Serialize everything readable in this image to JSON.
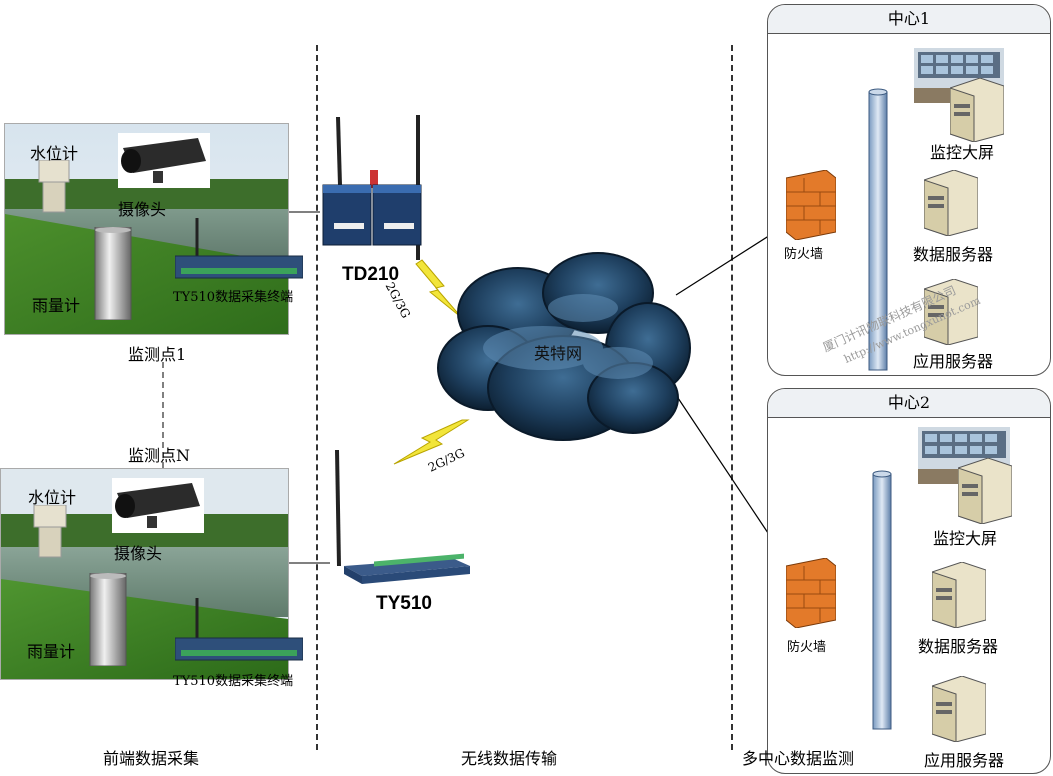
{
  "sections": {
    "left": "前端数据采集",
    "middle": "无线数据传输",
    "right": "多中心数据监测"
  },
  "sites": [
    {
      "label": "监测点1",
      "water_level": "水位计",
      "camera": "摄像头",
      "rain_gauge": "雨量计",
      "terminal": "TY510数据采集终端"
    },
    {
      "label": "监测点N",
      "water_level": "水位计",
      "camera": "摄像头",
      "rain_gauge": "雨量计",
      "terminal": "TY510数据采集终端"
    }
  ],
  "devices": {
    "td210": "TD210",
    "ty510": "TY510",
    "link_top": "2G/3G",
    "link_bottom": "2G/3G"
  },
  "network": {
    "label": "英特网"
  },
  "centers": [
    {
      "title": "中心1",
      "firewall": "防火墙",
      "monitor": "监控大屏",
      "data_server": "数据服务器",
      "app_server": "应用服务器"
    },
    {
      "title": "中心2",
      "firewall": "防火墙",
      "monitor": "监控大屏",
      "data_server": "数据服务器",
      "app_server": "应用服务器"
    }
  ],
  "watermark": {
    "company": "厦门计讯物联科技有限公司",
    "url": "http://www.tongxunot.com"
  }
}
